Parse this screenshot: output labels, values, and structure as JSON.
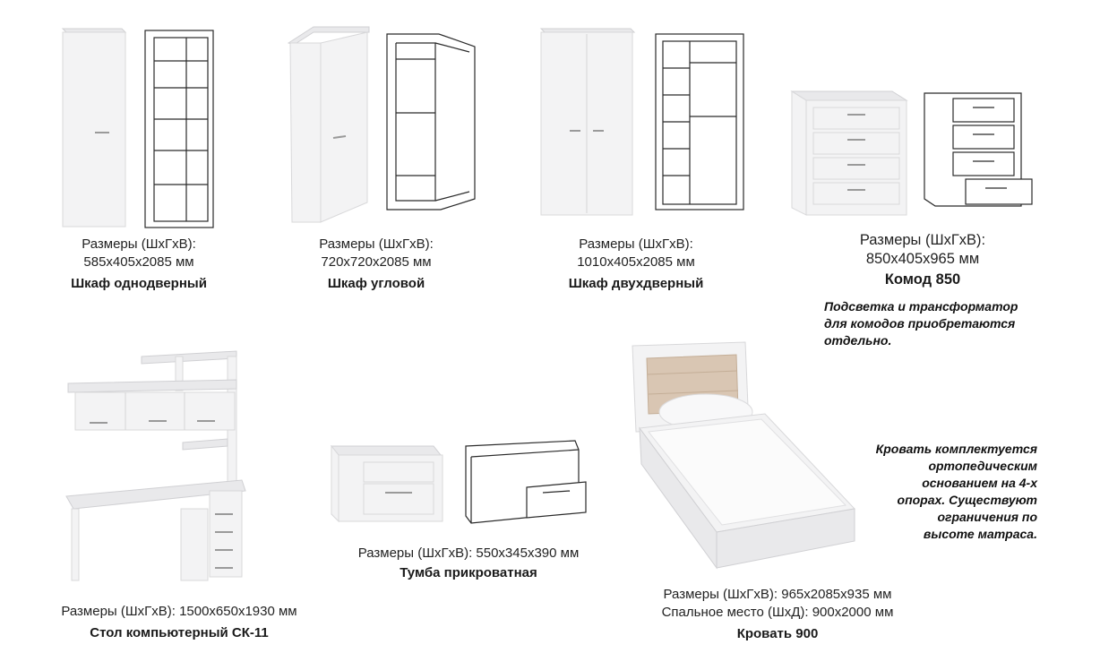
{
  "products": [
    {
      "dims_line1": "Размеры (ШхГхВ):",
      "dims_line2": "585х405х2085 мм",
      "name": "Шкаф однодверный"
    },
    {
      "dims_line1": "Размеры (ШхГхВ):",
      "dims_line2": "720х720х2085 мм",
      "name": "Шкаф угловой"
    },
    {
      "dims_line1": "Размеры (ШхГхВ):",
      "dims_line2": "1010х405х2085 мм",
      "name": "Шкаф двухдверный"
    },
    {
      "dims_line1": "Размеры (ШхГхВ):",
      "dims_line2": "850х405х965 мм",
      "name": "Комод 850"
    },
    {
      "dims_line1": "Размеры (ШхГхВ): 1500х650х1930 мм",
      "name": "Стол компьютерный СК-11"
    },
    {
      "dims_line1": "Размеры (ШхГхВ): 550х345х390 мм",
      "name": "Тумба прикроватная"
    },
    {
      "dims_line1": "Размеры (ШхГхВ): 965х2085х935 мм",
      "dims_line2": "Спальное место (ШхД): 900х2000 мм",
      "name": "Кровать 900"
    }
  ],
  "notes": {
    "dresser": [
      "Подсветка и трансформатор",
      "для комодов приобретаются",
      "отдельно."
    ],
    "bed": [
      "Кровать комплектуется",
      "ортопедическим",
      "основанием на 4-х",
      "опорах. Существуют",
      "ограничения по",
      "высоте матраса."
    ]
  },
  "colors": {
    "furniture": "#f3f3f4",
    "outline": "#2a2a2a",
    "headboard": "#d9c6b3",
    "text": "#1a1a1a"
  }
}
